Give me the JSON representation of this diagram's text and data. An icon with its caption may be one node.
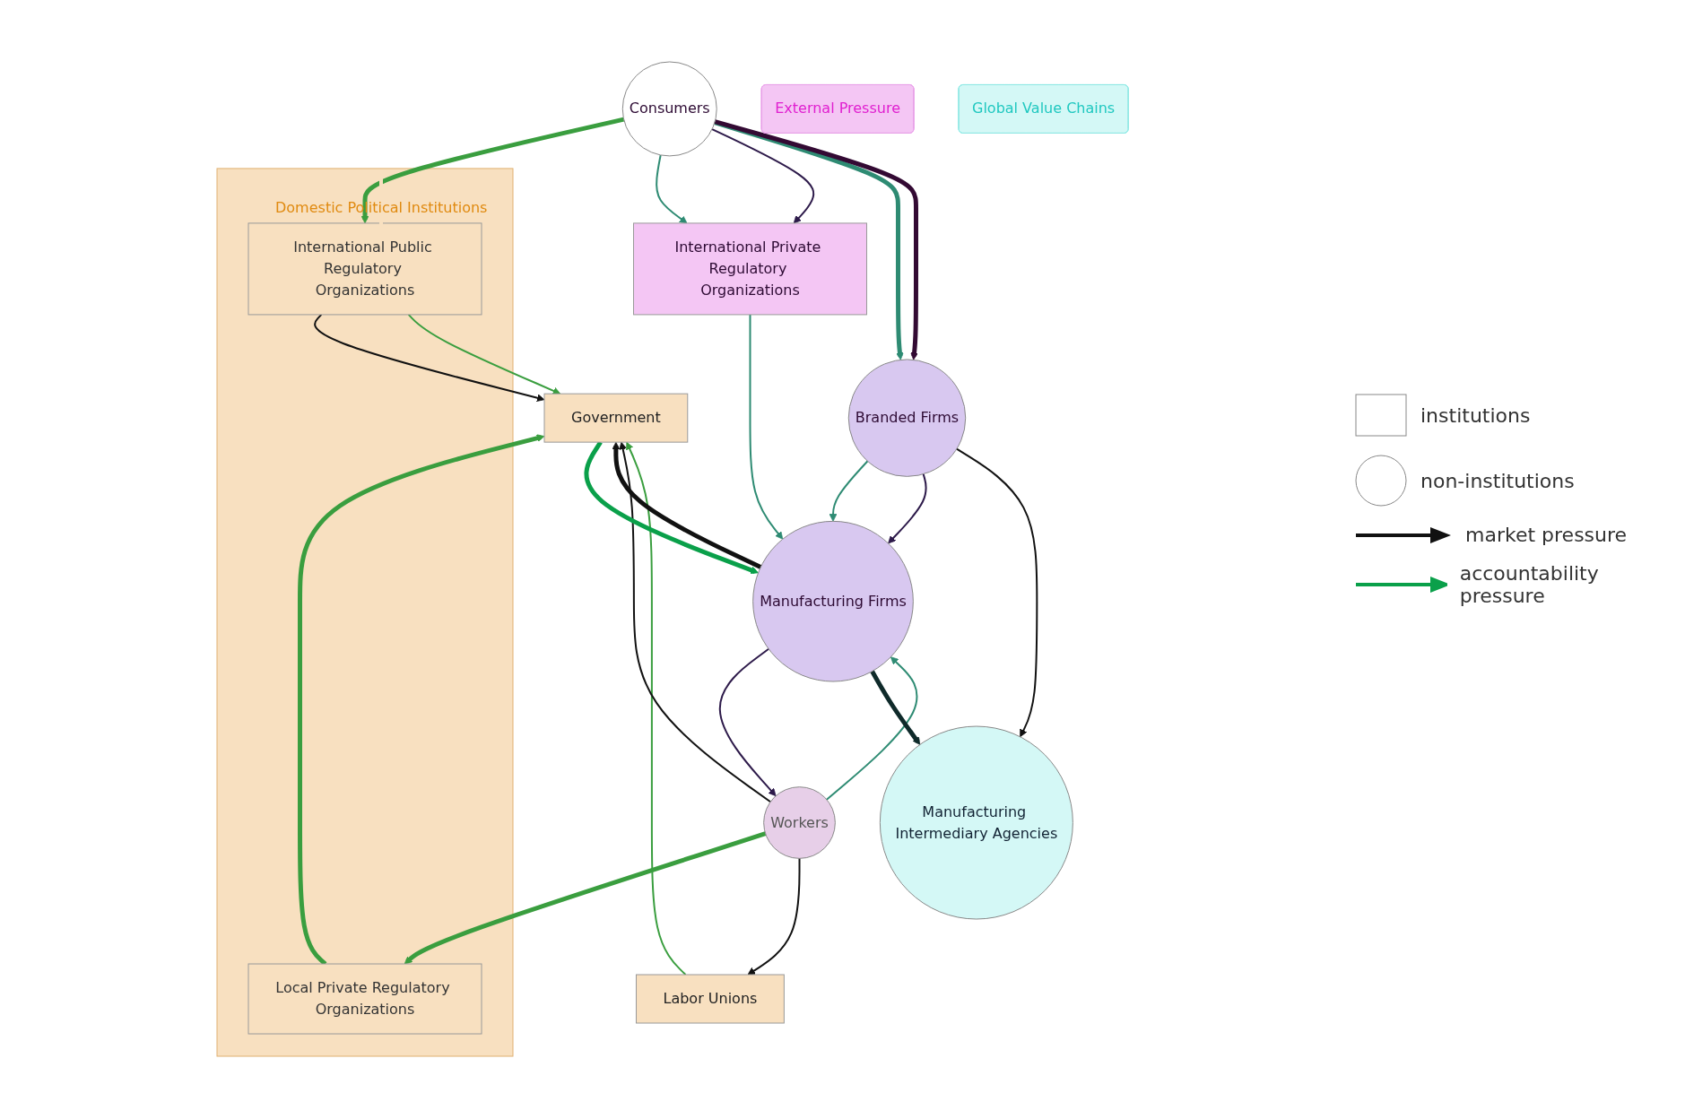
{
  "diagram": {
    "nodes": [
      {
        "text": [
          "Domestic Political Institutions"
        ]
      },
      {
        "text": [
          "International Public Regulatory Organizations"
        ],
        "in": 0
      },
      {
        "text": [
          "Local Private Regulatory Organizations"
        ],
        "in": 0
      },
      {
        "text": [
          "Government"
        ]
      },
      {
        "text": [
          "Labor Unions"
        ]
      },
      {
        "text": [
          "Consumers"
        ]
      },
      {
        "text": [
          "Workers"
        ]
      },
      {
        "text": [
          "External Pressure"
        ]
      },
      {
        "text": [
          "International Private Regulatory Organizations"
        ]
      },
      {
        "text": [
          "Manufacturing Firms"
        ]
      },
      {
        "text": [
          "Branded Firms"
        ]
      },
      {
        "text": [
          "Manufacturing Intermediary Agencies"
        ]
      },
      {
        "text": [
          "Global Value Chains"
        ]
      }
    ],
    "edges": [
      {
        "from": 5,
        "to": 1,
        "arrow": "to",
        "style": "thick",
        "color": "#3a9e3f"
      },
      {
        "from": 1,
        "to": 3,
        "arrow": "to",
        "color": "#111111"
      },
      {
        "from": 1,
        "to": 3,
        "arrow": "to",
        "color": "#3a9e3f"
      },
      {
        "from": 2,
        "to": 3,
        "arrow": "to",
        "style": "thick",
        "color": "#3a9e3f"
      },
      {
        "from": 4,
        "to": 3,
        "arrow": "to",
        "color": "#3a9e3f"
      },
      {
        "from": 6,
        "to": 3,
        "arrow": "to",
        "color": "#111111"
      },
      {
        "from": 6,
        "to": 4,
        "arrow": "to",
        "color": "#111111"
      },
      {
        "from": 6,
        "to": 2,
        "arrow": "to",
        "style": "thick",
        "color": "#3a9e3f"
      },
      {
        "from": 3,
        "to": 9,
        "arrow": "to",
        "style": "thick",
        "color": "#0aa04a"
      },
      {
        "from": 9,
        "to": 3,
        "arrow": "to",
        "style": "thick",
        "color": "#111111"
      },
      {
        "from": 6,
        "to": 9,
        "arrow": "to",
        "color": "#2e8b73"
      },
      {
        "from": 9,
        "to": 6,
        "arrow": "to",
        "color": "#2d1a4a"
      },
      {
        "from": 5,
        "to": 8,
        "arrow": "to",
        "color": "#2e8b73"
      },
      {
        "from": 5,
        "to": 8,
        "arrow": "to",
        "color": "#2d1a4a"
      },
      {
        "from": 5,
        "to": 10,
        "arrow": "to",
        "style": "thick",
        "color": "#2e8b73"
      },
      {
        "from": 5,
        "to": 10,
        "arrow": "to",
        "style": "thick",
        "color": "#330a33"
      },
      {
        "from": 8,
        "to": 9,
        "arrow": "to",
        "color": "#2e8b73"
      },
      {
        "from": 10,
        "to": 9,
        "arrow": "to",
        "color": "#2e8b73"
      },
      {
        "from": 10,
        "to": 9,
        "arrow": "to",
        "color": "#2d1a4a"
      },
      {
        "from": 9,
        "to": 11,
        "arrow": "to",
        "style": "thick",
        "color": "#0f2a2a"
      },
      {
        "from": 10,
        "to": 11,
        "arrow": "to",
        "color": "#111111"
      }
    ],
    "legend": [
      {
        "text": "institutions"
      },
      {
        "text": "non-institutions"
      },
      {
        "text": "market pressure"
      },
      {
        "text": "accountability pressure"
      }
    ]
  }
}
